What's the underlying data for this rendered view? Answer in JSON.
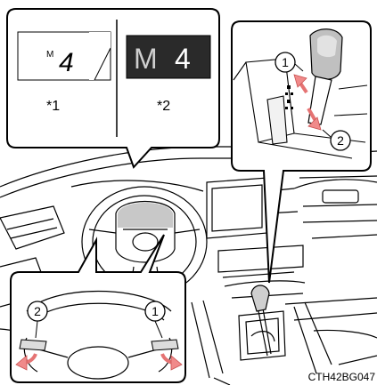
{
  "display_callout": {
    "panel_1": {
      "mode_letter": "M",
      "gear_digit": "4",
      "ref": "*1"
    },
    "panel_2": {
      "mode_letter": "M",
      "gear_digit": "4",
      "ref": "*2"
    }
  },
  "shift_lever_callout": {
    "up_marker": "1",
    "down_marker": "2"
  },
  "paddle_callout": {
    "left_paddle_marker": "2",
    "right_paddle_marker": "1"
  },
  "figure_code": "CTH42BG047",
  "colors": {
    "arrow_fill": "#f08a8a",
    "dark_panel": "#2a2a2a",
    "line": "#000000",
    "gray": "#bdbdbd"
  }
}
